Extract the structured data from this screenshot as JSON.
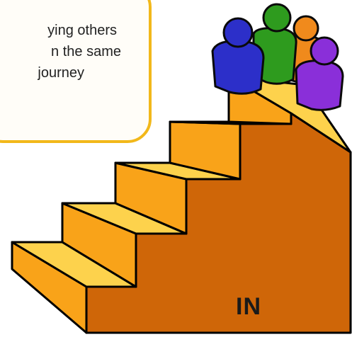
{
  "callout": {
    "lines": [
      "ying others",
      "n the same",
      "journey"
    ]
  },
  "staircase": {
    "label": "IN",
    "step_count": 5
  },
  "people": {
    "count": 4,
    "colors": [
      "#2c2fc9",
      "#2e9b1e",
      "#f08a1c",
      "#8a2fd9"
    ]
  },
  "colors": {
    "callout_border": "#f2b81a",
    "step_top": "#fdd24c",
    "step_riser": "#f9a319",
    "stair_body": "#cf6608",
    "outline": "#000000"
  }
}
